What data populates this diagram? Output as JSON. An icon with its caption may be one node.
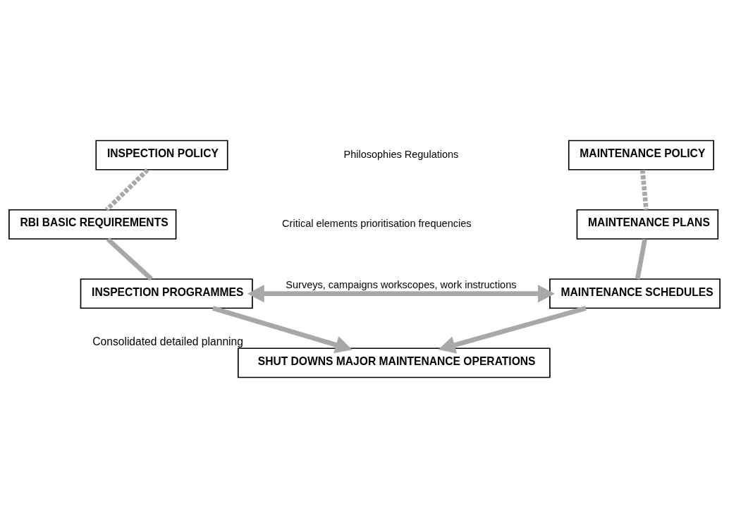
{
  "diagram": {
    "nodes": [
      {
        "text": [
          "INSPECTION POLICY"
        ]
      },
      {
        "text": [
          "MAINTENANCE POLICY"
        ]
      },
      {
        "text": [
          "RBI BASIC REQUIREMENTS"
        ]
      },
      {
        "text": [
          "MAINTENANCE PLANS"
        ]
      },
      {
        "text": [
          "INSPECTION PROGRAMMES"
        ]
      },
      {
        "text": [
          "MAINTENANCE SCHEDULES"
        ]
      },
      {
        "text": [
          "SHUT DOWNS MAJOR MAINTENANCE OPERATIONS"
        ],
        "beside": [
          "Consolidated detailed planning"
        ]
      }
    ],
    "edges": [
      {
        "from": 0,
        "to": 2,
        "arrow": "none",
        "style": "dashed"
      },
      {
        "from": 1,
        "to": 3,
        "arrow": "none",
        "style": "dashed"
      },
      {
        "from": 2,
        "to": 4,
        "arrow": "none"
      },
      {
        "from": 3,
        "to": 5,
        "arrow": "none"
      },
      {
        "from": 4,
        "to": 5,
        "arrow": "both",
        "label": "Surveys, campaigns workscopes, work instructions"
      },
      {
        "from": 4,
        "to": 6,
        "arrow": "to"
      },
      {
        "from": 5,
        "to": 6,
        "arrow": "to"
      }
    ],
    "labels": [
      "Philosophies Regulations",
      "Critical elements prioritisation frequencies"
    ]
  }
}
